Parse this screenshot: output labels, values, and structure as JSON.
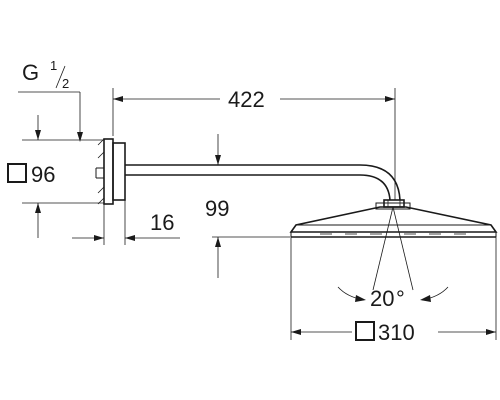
{
  "dimensions": {
    "thread": {
      "letter": "G",
      "fraction_num": "1",
      "fraction_den": "2"
    },
    "arm_length": "422",
    "flange_size": "96",
    "flange_depth": "16",
    "drop_height": "99",
    "tilt_angle": "20",
    "tilt_angle_unit": "°",
    "head_size": "310"
  }
}
